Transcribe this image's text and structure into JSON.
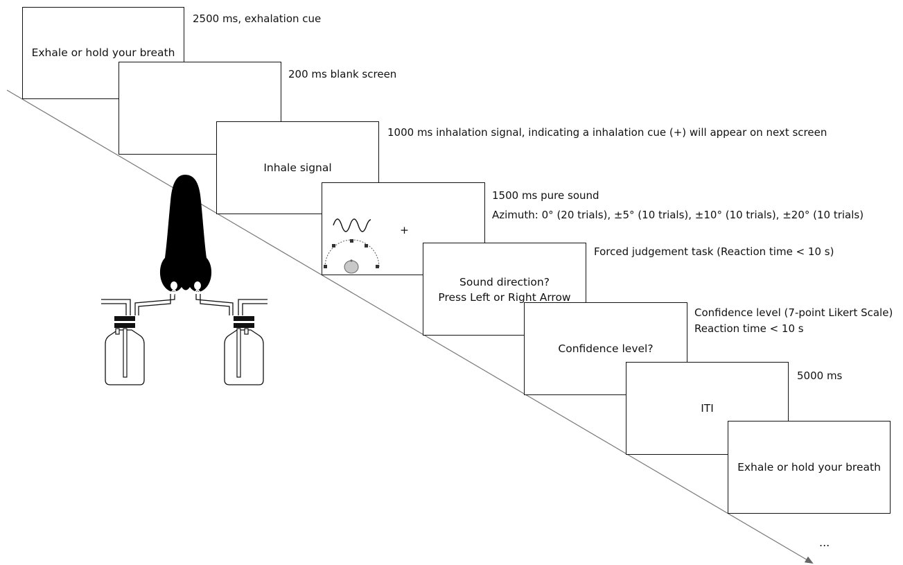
{
  "steps": [
    {
      "screen_text": "Exhale or hold your breath",
      "note": "2500 ms, exhalation cue"
    },
    {
      "screen_text": "",
      "note": "200 ms blank screen"
    },
    {
      "screen_text": "Inhale signal",
      "note": "1000 ms inhalation signal, indicating a inhalation cue (+) will appear on next screen"
    },
    {
      "screen_text": "+",
      "note_line1": "1500 ms pure sound",
      "note_line2": "Azimuth: 0° (20 trials), ±5° (10 trials), ±10° (10 trials), ±20° (10 trials)"
    },
    {
      "screen_line1": "Sound direction?",
      "screen_line2": "Press Left or Right Arrow",
      "note": "Forced judgement task (Reaction time < 10 s)"
    },
    {
      "screen_text": "Confidence level?",
      "note_line1": "Confidence level (7-point Likert Scale)",
      "note_line2": "Reaction time < 10 s"
    },
    {
      "screen_text": "ITI",
      "note": "5000 ms"
    },
    {
      "screen_text": "Exhale or hold your breath"
    }
  ],
  "continuation": "...",
  "icons": [
    "nose-icon",
    "odor-bottle-icon",
    "sine-wave-icon",
    "head-speaker-arc-icon",
    "timeline-arrow-icon"
  ]
}
